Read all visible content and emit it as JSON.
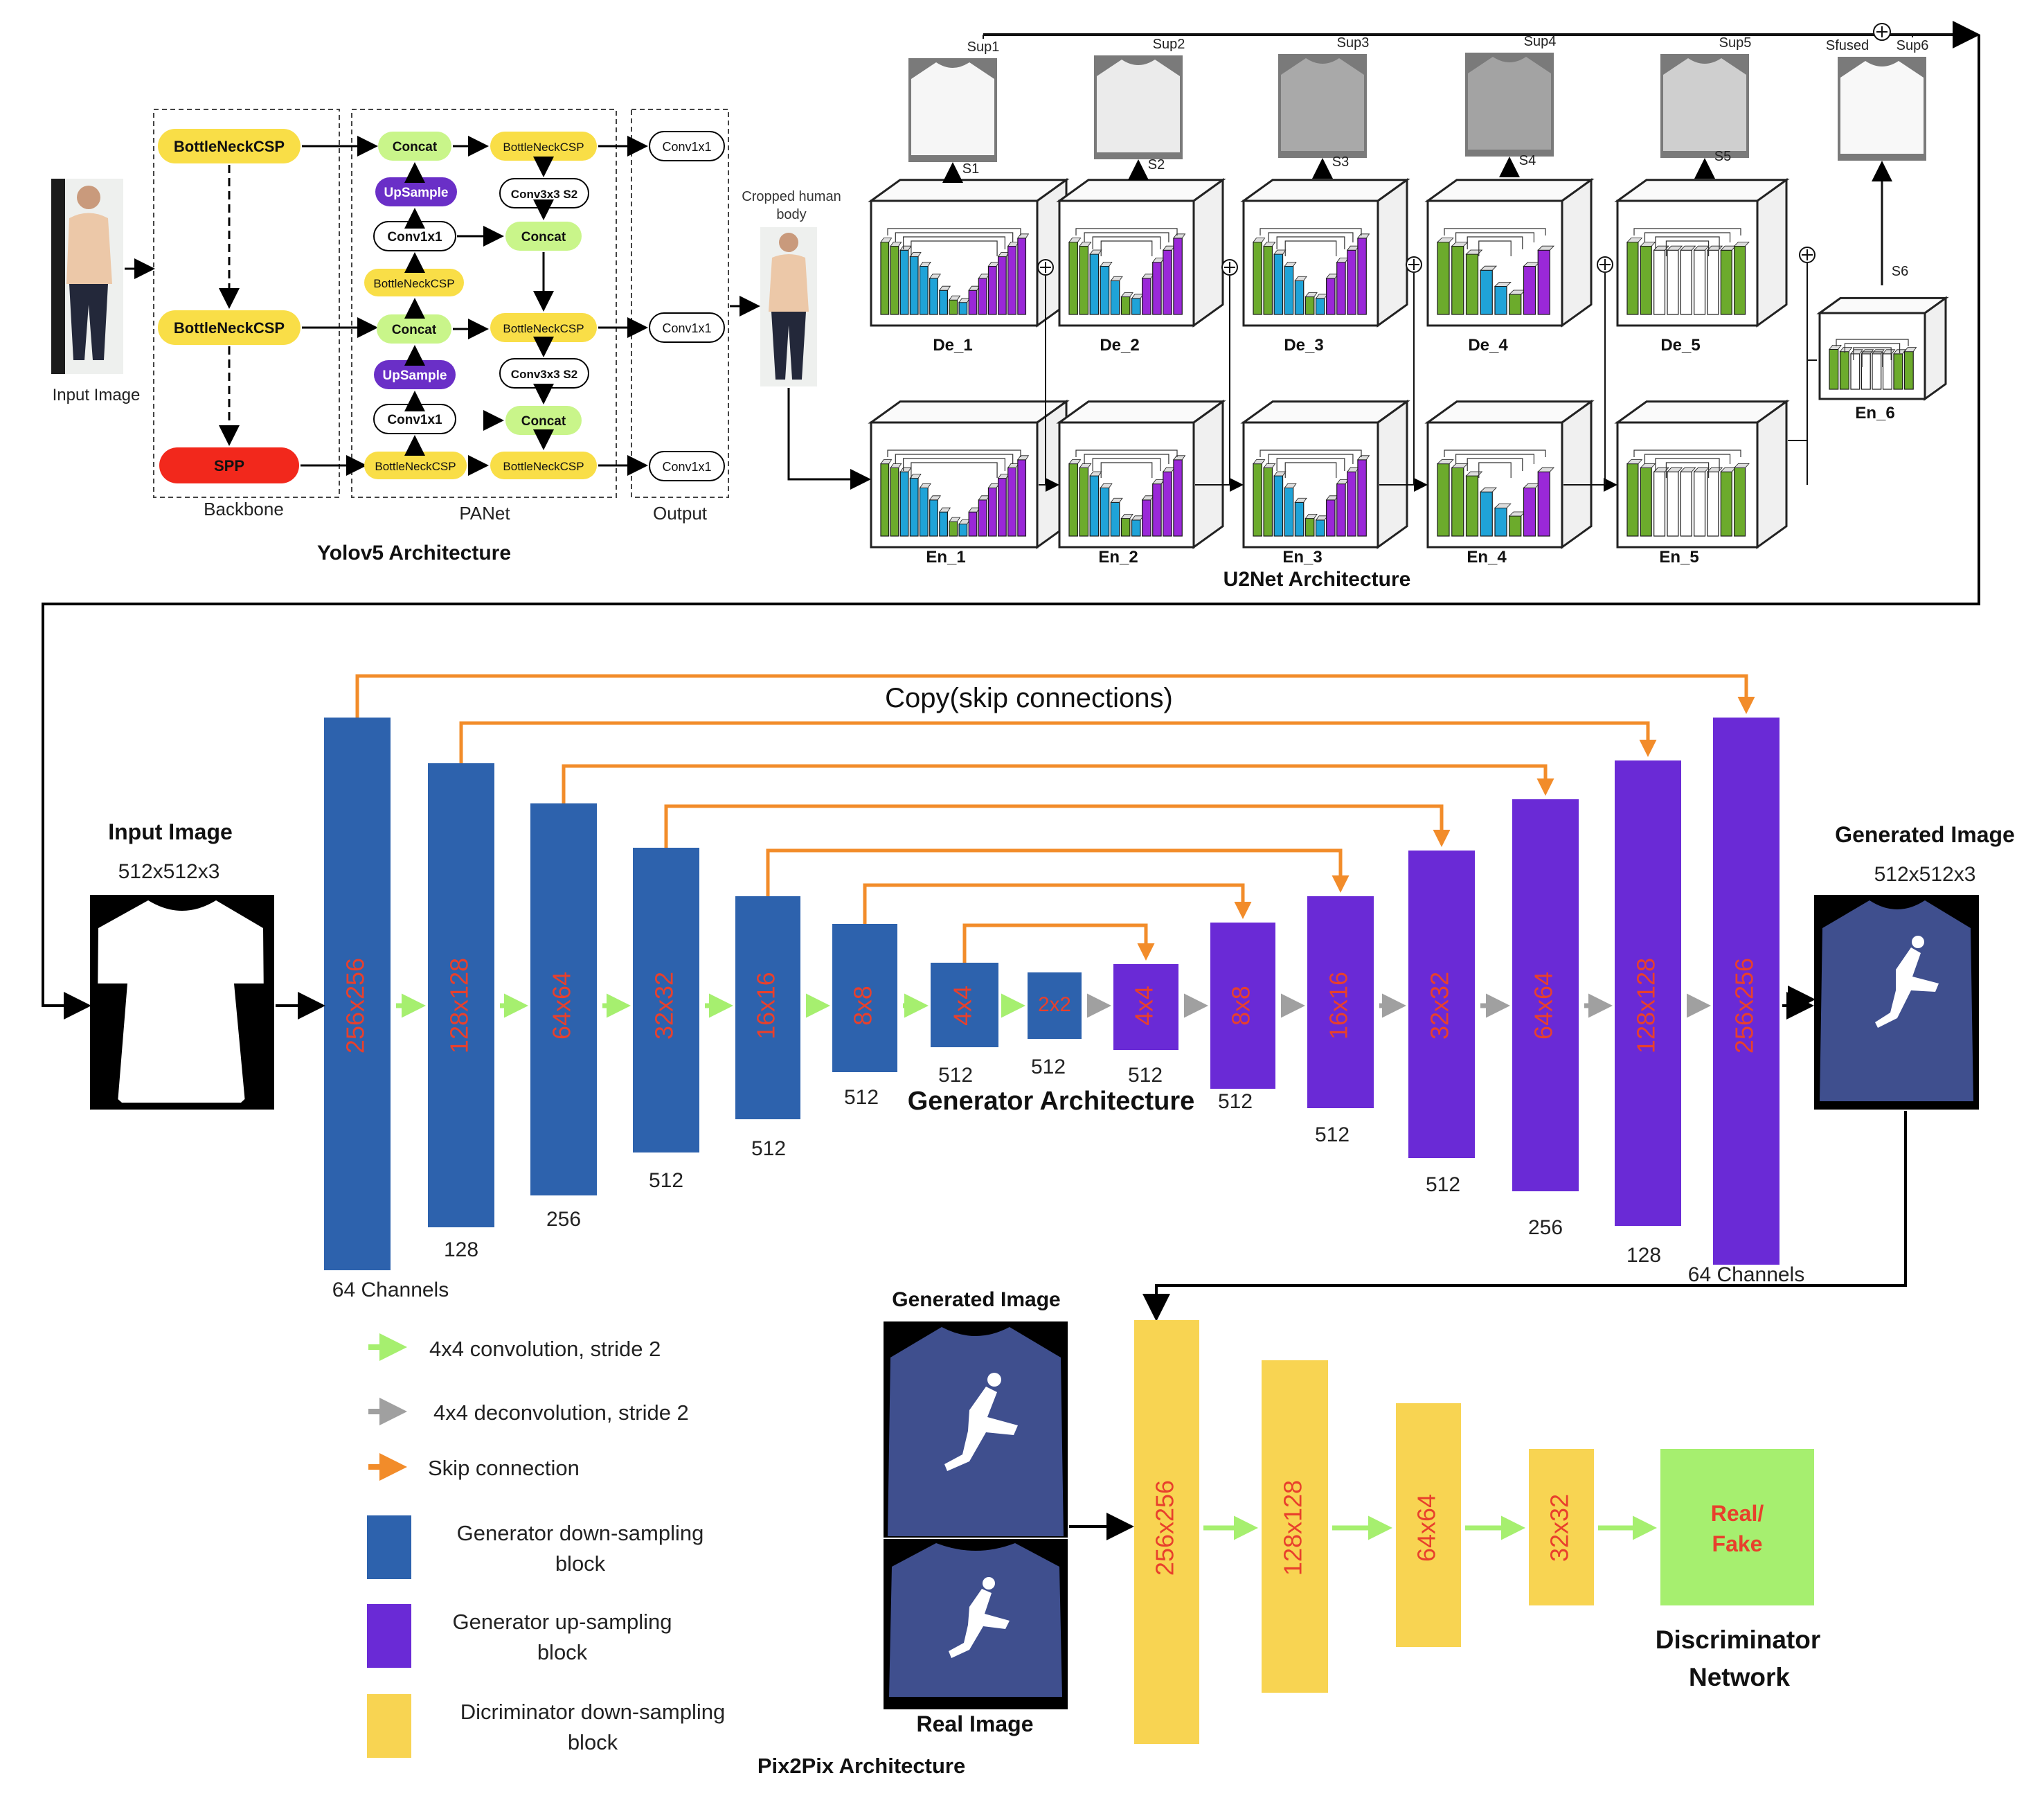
{
  "colors": {
    "gen_down": "#2d62ad",
    "gen_up": "#6a2ad6",
    "disc": "#f8d452",
    "disc_out": "#a6ef6f",
    "conv_arrow": "#a6ef6f",
    "deconv_arrow": "#a0a0a0",
    "skip_arrow": "#f28c2a",
    "yolo_yellow": "#f9de47",
    "yolo_green": "#c9f58a",
    "yolo_purple": "#6a2fc7",
    "yolo_red": "#f2281c",
    "block_text_red": "#e8402c",
    "u2_green": "#6cab2c",
    "u2_cyan": "#1fa3d8",
    "u2_purple": "#9a28d8",
    "sweater_blue": "#3f4f8e"
  },
  "yolo": {
    "title": "Yolov5 Architecture",
    "input_label": "Input Image",
    "backbone": {
      "label": "Backbone",
      "nodes": [
        "BottleNeckCSP",
        "BottleNeckCSP",
        "SPP"
      ]
    },
    "panet": {
      "label": "PANet",
      "left": [
        "Concat",
        "UpSample",
        "Conv1x1",
        "BottleNeckCSP",
        "Concat",
        "UpSample",
        "Conv1x1",
        "BottleNeckCSP"
      ],
      "right": [
        "BottleNeckCSP",
        "Conv3x3 S2",
        "Concat",
        "BottleNeckCSP",
        "Conv3x3 S2",
        "Concat",
        "BottleNeckCSP"
      ]
    },
    "output": {
      "label": "Output",
      "nodes": [
        "Conv1x1",
        "Conv1x1",
        "Conv1x1"
      ]
    },
    "cropped_label": "Cropped human body"
  },
  "u2net": {
    "title": "U2Net Architecture",
    "decoders": [
      "De_1",
      "De_2",
      "De_3",
      "De_4",
      "De_5"
    ],
    "encoders": [
      "En_1",
      "En_2",
      "En_3",
      "En_4",
      "En_5"
    ],
    "en6": "En_6",
    "sups": [
      "Sup1",
      "Sup2",
      "Sup3",
      "Sup4",
      "Sup5",
      "Sup6"
    ],
    "sfused": "Sfused",
    "side": [
      "S1",
      "S2",
      "S3",
      "S4",
      "S5",
      "S6"
    ]
  },
  "generator": {
    "title": "Generator Architecture",
    "copy_label": "Copy(skip connections)",
    "input_title": "Input Image",
    "input_size": "512x512x3",
    "output_title": "Generated Image",
    "output_size": "512x512x3",
    "down": [
      {
        "size": "256x256",
        "ch": "64 Channels"
      },
      {
        "size": "128x128",
        "ch": "128"
      },
      {
        "size": "64x64",
        "ch": "256"
      },
      {
        "size": "32x32",
        "ch": "512"
      },
      {
        "size": "16x16",
        "ch": "512"
      },
      {
        "size": "8x8",
        "ch": "512"
      },
      {
        "size": "4x4",
        "ch": "512"
      },
      {
        "size": "2x2",
        "ch": "512"
      }
    ],
    "up": [
      {
        "size": "4x4",
        "ch": "512"
      },
      {
        "size": "8x8",
        "ch": "512"
      },
      {
        "size": "16x16",
        "ch": "512"
      },
      {
        "size": "32x32",
        "ch": "512"
      },
      {
        "size": "64x64",
        "ch": "256"
      },
      {
        "size": "128x128",
        "ch": "128"
      },
      {
        "size": "256x256",
        "ch": "64 Channels"
      }
    ]
  },
  "legend": {
    "conv": "4x4 convolution, stride 2",
    "deconv": "4x4 deconvolution, stride 2",
    "skip": "Skip connection",
    "gen_down": [
      "Generator down-sampling",
      "block"
    ],
    "gen_up": [
      "Generator up-sampling",
      "block"
    ],
    "disc_down": [
      "Dicriminator down-sampling",
      "block"
    ]
  },
  "discriminator": {
    "generated_label": "Generated Image",
    "real_label": "Real Image",
    "blocks": [
      "256x256",
      "128x128",
      "64x64",
      "32x32"
    ],
    "output_lines": [
      "Real/",
      "Fake"
    ],
    "title_lines": [
      "Discriminator",
      "Network"
    ],
    "pix2pix_title": "Pix2Pix Architecture"
  }
}
